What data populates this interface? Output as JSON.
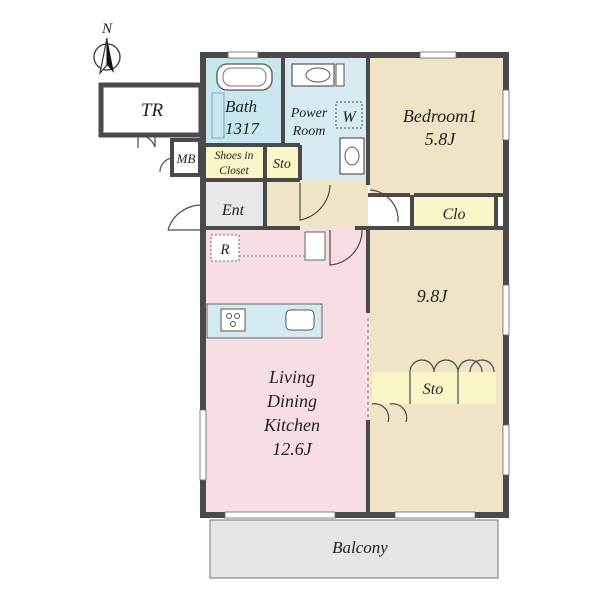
{
  "compass": {
    "label": "N"
  },
  "rooms": {
    "tr": {
      "label": "TR"
    },
    "mb": {
      "label": "MB"
    },
    "bath": {
      "label": "Bath",
      "size": "1317"
    },
    "power_room": {
      "line1": "Power",
      "line2": "Room"
    },
    "washer": {
      "label": "W"
    },
    "shoes_closet": {
      "line1": "Shoes in",
      "line2": "Closet"
    },
    "storage_small": {
      "label": "Sto"
    },
    "entrance": {
      "label": "Ent"
    },
    "bedroom1": {
      "name": "Bedroom1",
      "size": "5.8J"
    },
    "closet": {
      "label": "Clo"
    },
    "fridge": {
      "label": "R"
    },
    "bedroom2": {
      "size": "9.8J"
    },
    "storage_large": {
      "label": "Sto"
    },
    "ldk": {
      "line1": "Living",
      "line2": "Dining",
      "line3": "Kitchen",
      "size": "12.6J"
    },
    "balcony": {
      "label": "Balcony"
    }
  },
  "colors": {
    "bath": "#c9e6ee",
    "power_room": "#d6ecf2",
    "bedroom": "#efe4c6",
    "ldk": "#f8dde2",
    "storage": "#fbf6c8",
    "entrance": "#e8e8e8",
    "balcony": "#e6e6e6",
    "kitchen_counter": "#d2eaf0"
  }
}
